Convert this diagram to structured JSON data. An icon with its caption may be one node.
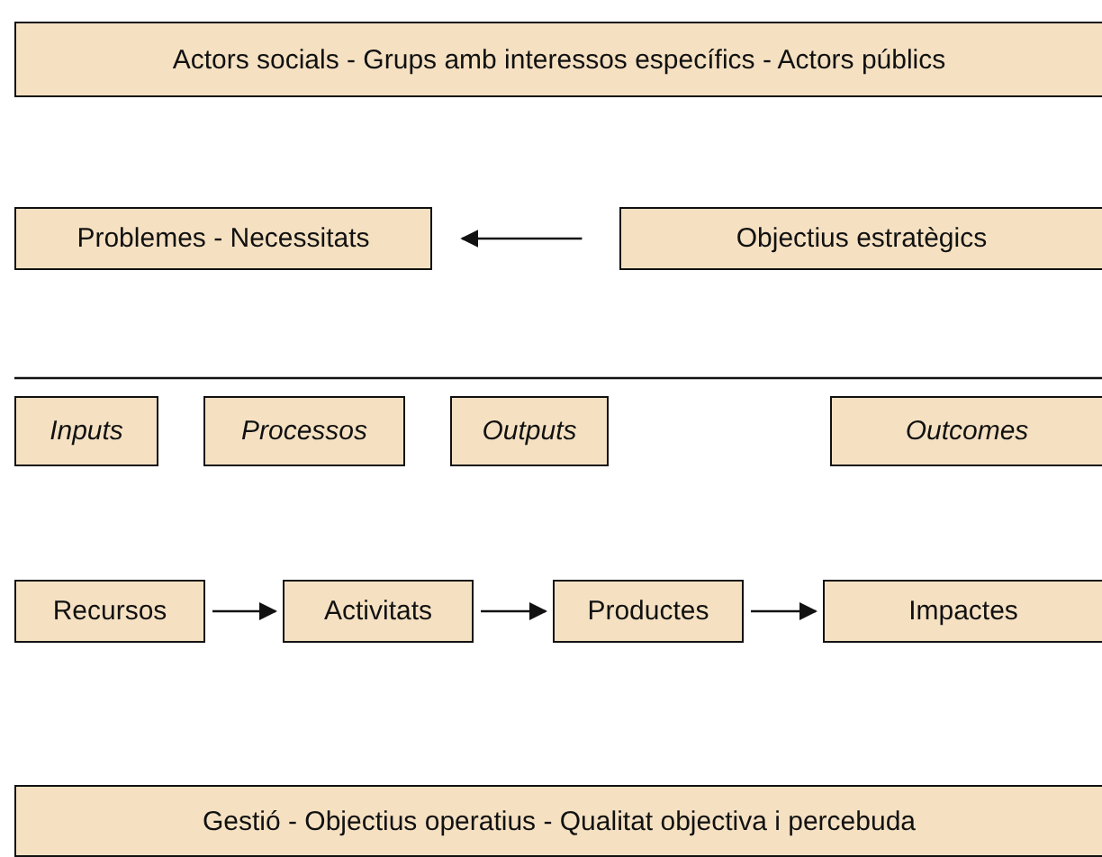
{
  "diagram": {
    "nodes": [
      {
        "text": [
          "Actors socials - Grups amb interessos específics - Actors públics"
        ]
      },
      {
        "text": [
          "Problemes - Necessitats"
        ]
      },
      {
        "text": [
          "Objectius estratègics"
        ]
      },
      {
        "text": [
          "Inputs"
        ]
      },
      {
        "text": [
          "Processos"
        ]
      },
      {
        "text": [
          "Outputs"
        ]
      },
      {
        "text": [
          "Outcomes"
        ]
      },
      {
        "text": [
          "Recursos"
        ]
      },
      {
        "text": [
          "Activitats"
        ]
      },
      {
        "text": [
          "Productes"
        ]
      },
      {
        "text": [
          "Impactes"
        ]
      },
      {
        "text": [
          "Gestió - Objectius operatius - Qualitat objectiva i percebuda"
        ]
      }
    ],
    "edges": [
      {
        "from": 2,
        "to": 1,
        "arrow": "to"
      },
      {
        "from": 7,
        "to": 8,
        "arrow": "to"
      },
      {
        "from": 8,
        "to": 9,
        "arrow": "to"
      },
      {
        "from": 9,
        "to": 10,
        "arrow": "to"
      }
    ]
  }
}
